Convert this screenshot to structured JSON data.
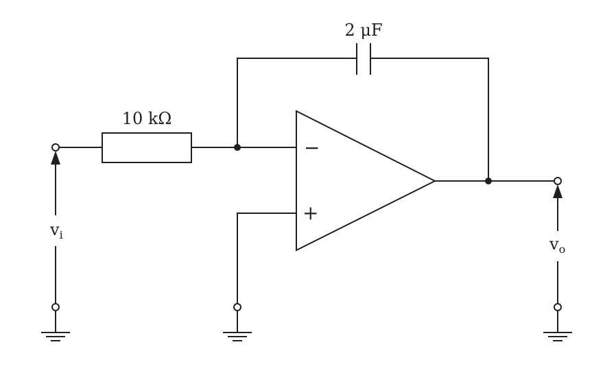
{
  "colors": {
    "line": "#231f20",
    "background": "#ffffff"
  },
  "components": {
    "capacitor": {
      "value": "2 μF"
    },
    "resistor": {
      "value": "10 kΩ"
    },
    "opamp": {
      "inverting_symbol": "−",
      "noninverting_symbol": "+"
    }
  },
  "terminals": {
    "input": {
      "label": "v",
      "subscript": "i"
    },
    "output": {
      "label": "v",
      "subscript": "o"
    }
  },
  "icons": {
    "ground": "ground-icon",
    "junction": "junction-dot-icon",
    "terminal": "open-terminal-icon",
    "arrow": "voltage-arrow-icon"
  }
}
